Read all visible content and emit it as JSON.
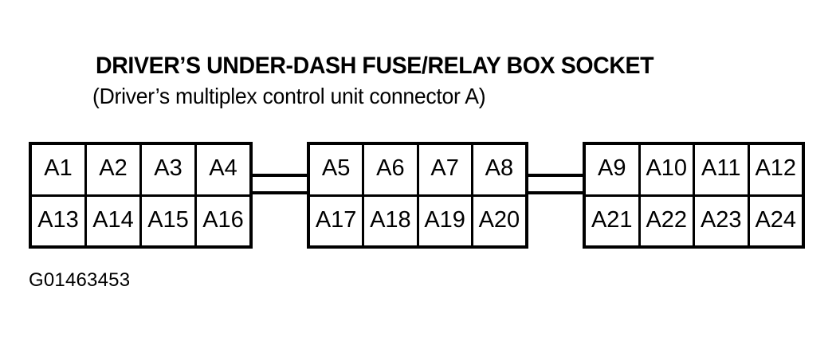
{
  "figure": {
    "title": "DRIVER’S UNDER-DASH FUSE/RELAY BOX SOCKET",
    "subtitle": "(Driver’s multiplex control unit connector A)",
    "caption": "G01463453",
    "ink_color": "#000000",
    "background_color": "#ffffff"
  },
  "connector_blocks": [
    {
      "name": "block-left",
      "top_row": [
        "A1",
        "A2",
        "A3",
        "A4"
      ],
      "bottom_row": [
        "A13",
        "A14",
        "A15",
        "A16"
      ]
    },
    {
      "name": "block-middle",
      "top_row": [
        "A5",
        "A6",
        "A7",
        "A8"
      ],
      "bottom_row": [
        "A17",
        "A18",
        "A19",
        "A20"
      ]
    },
    {
      "name": "block-right",
      "top_row": [
        "A9",
        "A10",
        "A11",
        "A12"
      ],
      "bottom_row": [
        "A21",
        "A22",
        "A23",
        "A24"
      ]
    }
  ]
}
